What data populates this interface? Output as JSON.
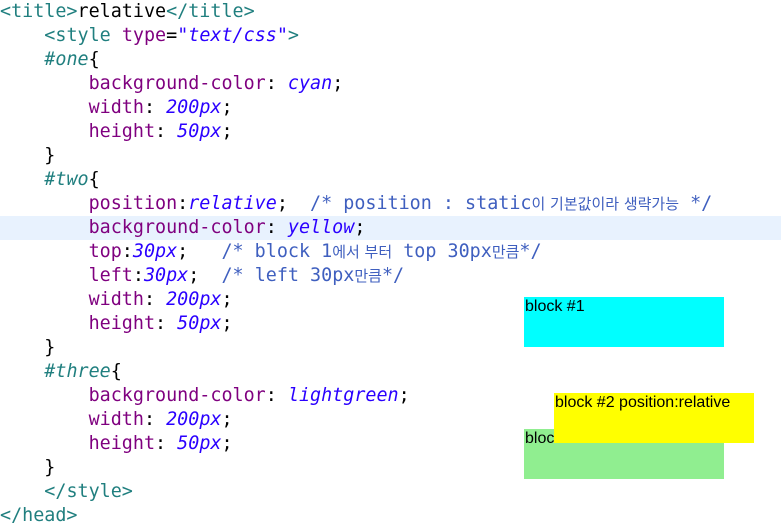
{
  "editor": {
    "lines": [
      [
        {
          "c": "tag",
          "t": "<title>"
        },
        {
          "c": "txt",
          "t": "relative"
        },
        {
          "c": "tag",
          "t": "</title>"
        }
      ],
      [
        {
          "c": "txt",
          "t": "    "
        },
        {
          "c": "tag",
          "t": "<style "
        },
        {
          "c": "attr",
          "t": "type"
        },
        {
          "c": "punc",
          "t": "="
        },
        {
          "c": "val",
          "t": "\"text/css\""
        },
        {
          "c": "tag",
          "t": ">"
        }
      ],
      [
        {
          "c": "txt",
          "t": "    "
        },
        {
          "c": "sel",
          "t": "#one"
        },
        {
          "c": "punc",
          "t": "{"
        }
      ],
      [
        {
          "c": "txt",
          "t": "        "
        },
        {
          "c": "prop",
          "t": "background-color"
        },
        {
          "c": "colon",
          "t": ": "
        },
        {
          "c": "pval",
          "t": "cyan"
        },
        {
          "c": "punc",
          "t": ";"
        }
      ],
      [
        {
          "c": "txt",
          "t": "        "
        },
        {
          "c": "prop",
          "t": "width"
        },
        {
          "c": "colon",
          "t": ": "
        },
        {
          "c": "pval",
          "t": "200px"
        },
        {
          "c": "punc",
          "t": ";"
        }
      ],
      [
        {
          "c": "txt",
          "t": "        "
        },
        {
          "c": "prop",
          "t": "height"
        },
        {
          "c": "colon",
          "t": ": "
        },
        {
          "c": "pval",
          "t": "50px"
        },
        {
          "c": "punc",
          "t": ";"
        }
      ],
      [
        {
          "c": "txt",
          "t": "    "
        },
        {
          "c": "punc",
          "t": "}"
        }
      ],
      [
        {
          "c": "txt",
          "t": "    "
        },
        {
          "c": "sel",
          "t": "#two"
        },
        {
          "c": "punc",
          "t": "{"
        }
      ],
      [
        {
          "c": "txt",
          "t": "        "
        },
        {
          "c": "prop",
          "t": "position"
        },
        {
          "c": "colon",
          "t": ":"
        },
        {
          "c": "pval",
          "t": "relative"
        },
        {
          "c": "punc",
          "t": ";"
        },
        {
          "c": "cmt",
          "t": "  /* position : static"
        },
        {
          "c": "cmt-k",
          "t": "이 기본값이라 생략가능"
        },
        {
          "c": "cmt",
          "t": " */"
        }
      ],
      [
        {
          "c": "txt",
          "t": "        "
        },
        {
          "c": "prop",
          "t": "background-color"
        },
        {
          "c": "colon",
          "t": ": "
        },
        {
          "c": "pval",
          "t": "yellow"
        },
        {
          "c": "punc",
          "t": ";"
        }
      ],
      [
        {
          "c": "txt",
          "t": "        "
        },
        {
          "c": "prop",
          "t": "top"
        },
        {
          "c": "colon",
          "t": ":"
        },
        {
          "c": "pval",
          "t": "30px"
        },
        {
          "c": "punc",
          "t": ";"
        },
        {
          "c": "cmt",
          "t": "   /* block 1"
        },
        {
          "c": "cmt-k",
          "t": "에서 부터"
        },
        {
          "c": "cmt",
          "t": " top 30px"
        },
        {
          "c": "cmt-k",
          "t": "만큼"
        },
        {
          "c": "cmt",
          "t": "*/"
        }
      ],
      [
        {
          "c": "txt",
          "t": "        "
        },
        {
          "c": "prop",
          "t": "left"
        },
        {
          "c": "colon",
          "t": ":"
        },
        {
          "c": "pval",
          "t": "30px"
        },
        {
          "c": "punc",
          "t": ";"
        },
        {
          "c": "cmt",
          "t": "  /* left 30px"
        },
        {
          "c": "cmt-k",
          "t": "만큼"
        },
        {
          "c": "cmt",
          "t": "*/"
        }
      ],
      [
        {
          "c": "txt",
          "t": "        "
        },
        {
          "c": "prop",
          "t": "width"
        },
        {
          "c": "colon",
          "t": ": "
        },
        {
          "c": "pval",
          "t": "200px"
        },
        {
          "c": "punc",
          "t": ";"
        }
      ],
      [
        {
          "c": "txt",
          "t": "        "
        },
        {
          "c": "prop",
          "t": "height"
        },
        {
          "c": "colon",
          "t": ": "
        },
        {
          "c": "pval",
          "t": "50px"
        },
        {
          "c": "punc",
          "t": ";"
        }
      ],
      [
        {
          "c": "txt",
          "t": "    "
        },
        {
          "c": "punc",
          "t": "}"
        }
      ],
      [
        {
          "c": "txt",
          "t": "    "
        },
        {
          "c": "sel",
          "t": "#three"
        },
        {
          "c": "punc",
          "t": "{"
        }
      ],
      [
        {
          "c": "txt",
          "t": "        "
        },
        {
          "c": "prop",
          "t": "background-color"
        },
        {
          "c": "colon",
          "t": ": "
        },
        {
          "c": "pval",
          "t": "lightgreen"
        },
        {
          "c": "punc",
          "t": ";"
        }
      ],
      [
        {
          "c": "txt",
          "t": "        "
        },
        {
          "c": "prop",
          "t": "width"
        },
        {
          "c": "colon",
          "t": ": "
        },
        {
          "c": "pval",
          "t": "200px"
        },
        {
          "c": "punc",
          "t": ";"
        }
      ],
      [
        {
          "c": "txt",
          "t": "        "
        },
        {
          "c": "prop",
          "t": "height"
        },
        {
          "c": "colon",
          "t": ": "
        },
        {
          "c": "pval",
          "t": "50px"
        },
        {
          "c": "punc",
          "t": ";"
        }
      ],
      [
        {
          "c": "txt",
          "t": "    "
        },
        {
          "c": "punc",
          "t": "}"
        }
      ],
      [
        {
          "c": "txt",
          "t": "    "
        },
        {
          "c": "tag",
          "t": "</style>"
        }
      ],
      [
        {
          "c": "tag",
          "t": "</head>"
        }
      ]
    ],
    "current_line": 10
  },
  "preview": {
    "block1": {
      "label": "block #1",
      "color": "#00ffff"
    },
    "block2": {
      "label": "block #2 position:relative",
      "color": "#ffff00"
    },
    "block3": {
      "label": "block #3",
      "color": "#90ee90"
    }
  }
}
